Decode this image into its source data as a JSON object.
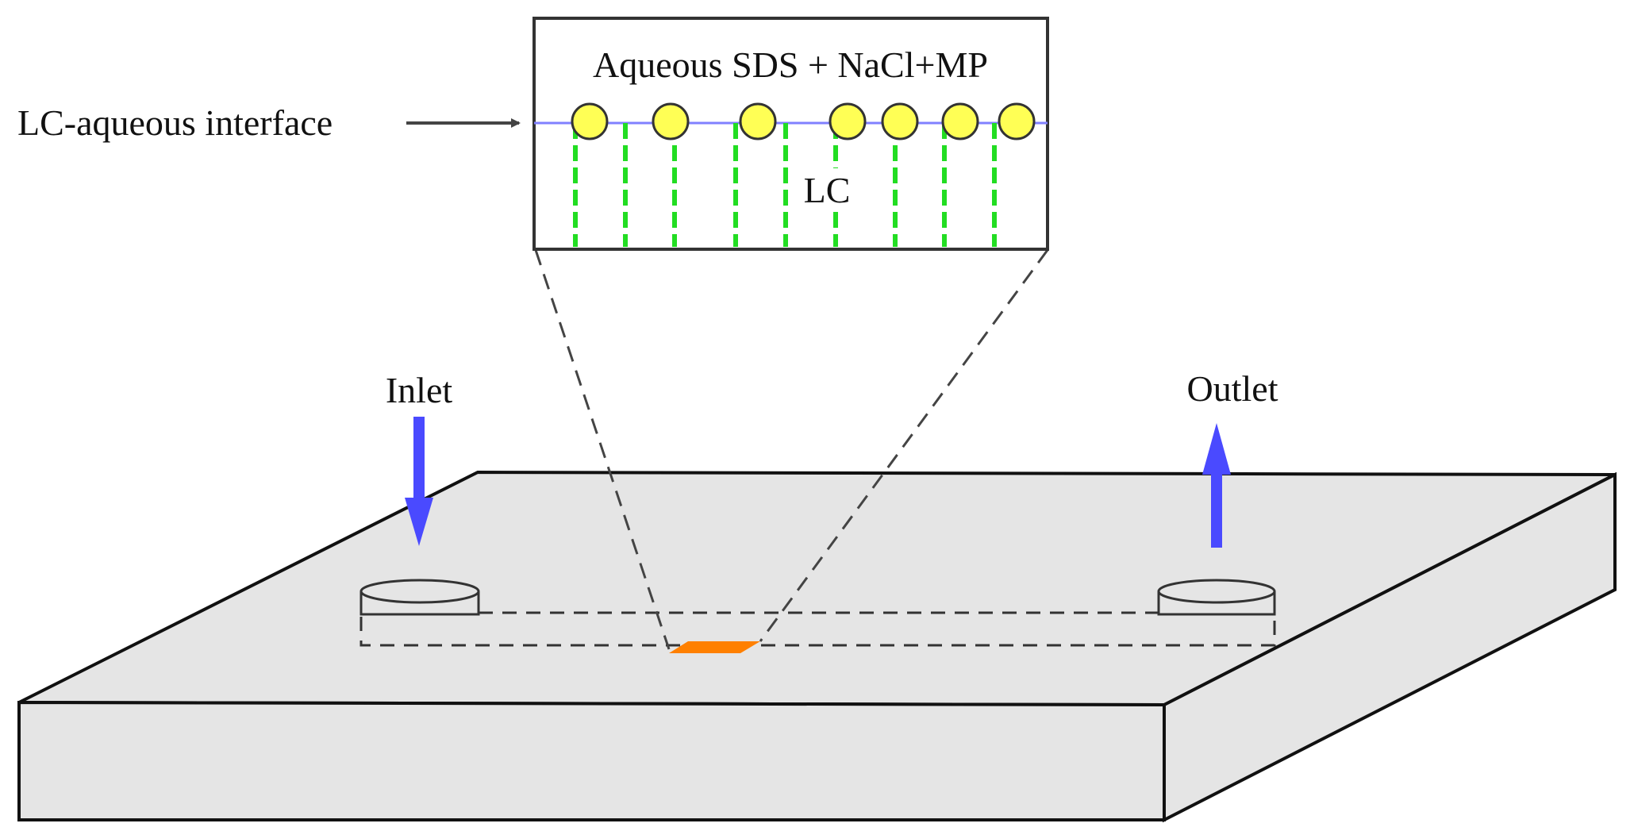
{
  "labels": {
    "solution": "Aqueous SDS + NaCl+MP",
    "interface": "LC-aqueous interface",
    "lc": "LC",
    "inlet": "Inlet",
    "outlet": "Outlet"
  },
  "colors": {
    "chip_fill": "#e5e5e5",
    "chip_edge": "#111111",
    "interface_line": "#8080ff",
    "surfactant_fill": "#ffff55",
    "surfactant_edge": "#333333",
    "lc_director": "#22dd22",
    "flow_arrow": "#4a4aff",
    "sample_region": "#ff8000",
    "callout_line": "#444444"
  },
  "icons": {
    "surfactant": "circle",
    "flow": "arrow"
  }
}
